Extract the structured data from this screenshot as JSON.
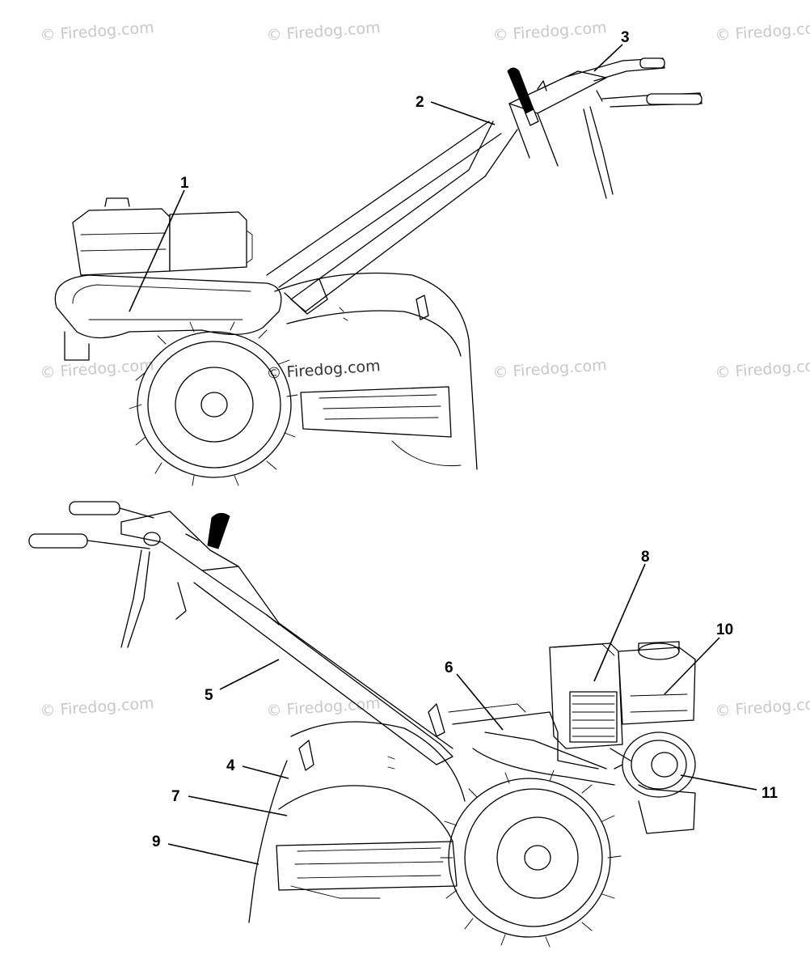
{
  "watermark": {
    "text": "© Firedog.com"
  },
  "callouts": [
    {
      "id": "1",
      "label": "1"
    },
    {
      "id": "2",
      "label": "2"
    },
    {
      "id": "3",
      "label": "3"
    },
    {
      "id": "4",
      "label": "4"
    },
    {
      "id": "5",
      "label": "5"
    },
    {
      "id": "6",
      "label": "6"
    },
    {
      "id": "7",
      "label": "7"
    },
    {
      "id": "8",
      "label": "8"
    },
    {
      "id": "9",
      "label": "9"
    },
    {
      "id": "10",
      "label": "10"
    },
    {
      "id": "11",
      "label": "11"
    }
  ],
  "colors": {
    "line": "#000000",
    "watermark": "#c8c8c8",
    "background": "#ffffff"
  }
}
